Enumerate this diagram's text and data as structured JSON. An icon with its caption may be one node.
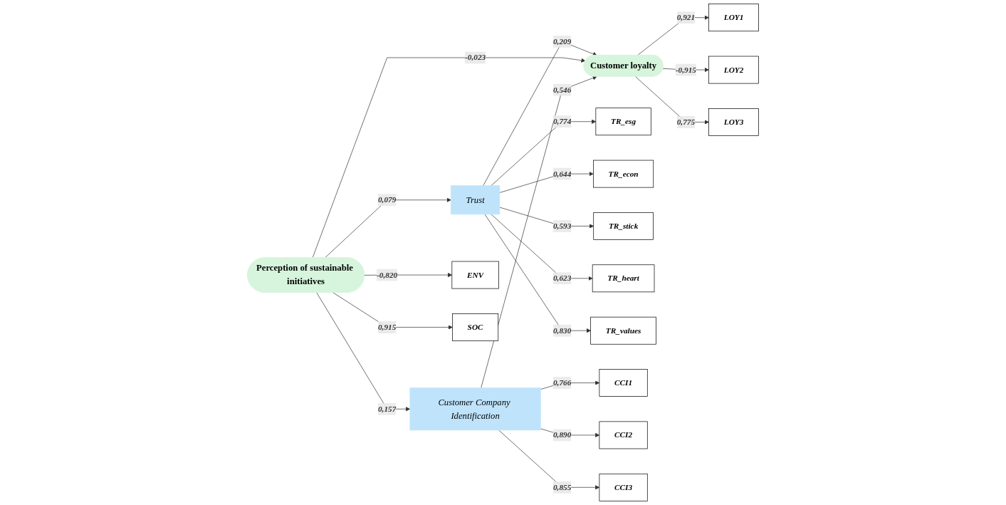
{
  "diagram": {
    "nodes": [
      {
        "text": [
          "Perception of sustainable initiatives"
        ]
      },
      {
        "text": [
          "Trust"
        ]
      },
      {
        "text": [
          "Customer Company Identification"
        ]
      },
      {
        "text": [
          "Customer loyalty"
        ]
      },
      {
        "text": [
          "ENV"
        ]
      },
      {
        "text": [
          "SOC"
        ]
      },
      {
        "text": [
          "TR_esg"
        ]
      },
      {
        "text": [
          "TR_econ"
        ]
      },
      {
        "text": [
          "TR_stick"
        ]
      },
      {
        "text": [
          "TR_heart"
        ]
      },
      {
        "text": [
          "TR_values"
        ]
      },
      {
        "text": [
          "LOY1"
        ]
      },
      {
        "text": [
          "LOY2"
        ]
      },
      {
        "text": [
          "LOY3"
        ]
      },
      {
        "text": [
          "CCI1"
        ]
      },
      {
        "text": [
          "CCI2"
        ]
      },
      {
        "text": [
          "CCI3"
        ]
      }
    ],
    "edges": [
      {
        "from": 0,
        "to": 1,
        "arrow": "to",
        "label": "0,079"
      },
      {
        "from": 1,
        "to": 3,
        "arrow": "to",
        "label": "0,209"
      },
      {
        "from": 0,
        "to": 3,
        "arrow": "to",
        "label": "-0,023"
      },
      {
        "from": 0,
        "to": 2,
        "arrow": "to",
        "label": "0,157"
      },
      {
        "from": 2,
        "to": 3,
        "arrow": "to",
        "label": "0,546"
      },
      {
        "from": 0,
        "to": 4,
        "arrow": "to",
        "label": "-0,820"
      },
      {
        "from": 0,
        "to": 5,
        "arrow": "to",
        "label": "0,915"
      },
      {
        "from": 1,
        "to": 6,
        "arrow": "to",
        "label": "0,774"
      },
      {
        "from": 1,
        "to": 7,
        "arrow": "to",
        "label": "0,644"
      },
      {
        "from": 1,
        "to": 8,
        "arrow": "to",
        "label": "0,593"
      },
      {
        "from": 1,
        "to": 9,
        "arrow": "to",
        "label": "0,623"
      },
      {
        "from": 1,
        "to": 10,
        "arrow": "to",
        "label": "0,830"
      },
      {
        "from": 3,
        "to": 11,
        "arrow": "to",
        "label": "0,921"
      },
      {
        "from": 3,
        "to": 12,
        "arrow": "to",
        "label": "-0,915"
      },
      {
        "from": 3,
        "to": 13,
        "arrow": "to",
        "label": "0,775"
      },
      {
        "from": 2,
        "to": 14,
        "arrow": "to",
        "label": "0,766"
      },
      {
        "from": 2,
        "to": 15,
        "arrow": "to",
        "label": "0,890"
      },
      {
        "from": 2,
        "to": 16,
        "arrow": "to",
        "label": "0,855"
      }
    ]
  }
}
